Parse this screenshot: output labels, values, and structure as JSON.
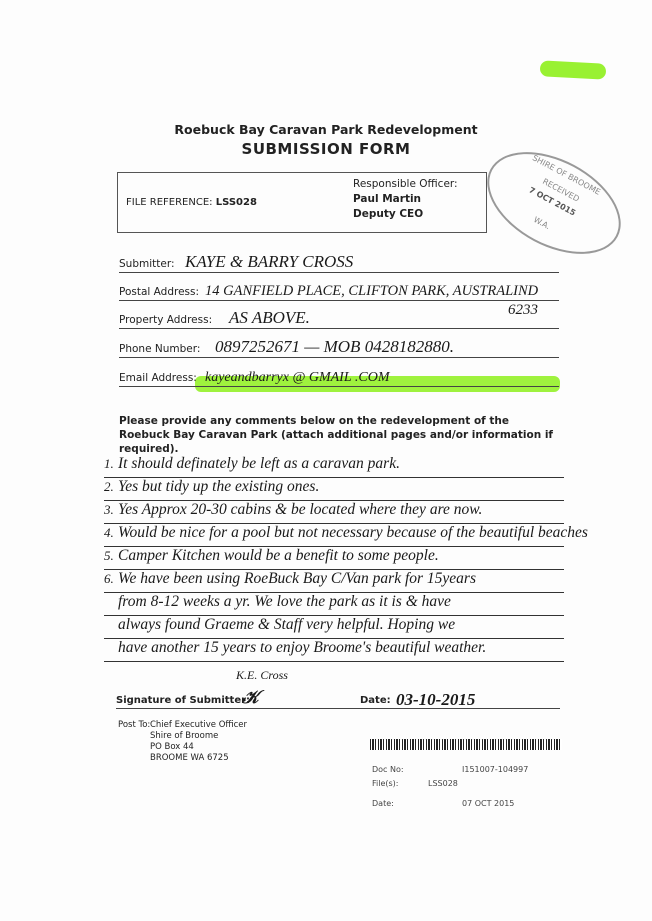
{
  "highlight_color": "#8ef01c",
  "header": {
    "title": "Roebuck Bay Caravan Park Redevelopment",
    "subtitle": "SUBMISSION FORM"
  },
  "info_box": {
    "file_reference_label": "FILE REFERENCE:",
    "file_reference": "LSS028",
    "officer_label": "Responsible Officer:",
    "officer_name": "Paul Martin",
    "officer_title": "Deputy CEO"
  },
  "stamp": {
    "line1": "SHIRE OF BROOME",
    "line2": "RECEIVED",
    "date": "7 OCT 2015",
    "line3": "W.A."
  },
  "fields": {
    "submitter_label": "Submitter:",
    "submitter": "KAYE & BARRY CROSS",
    "postal_label": "Postal Address:",
    "postal": "14 GANFIELD PLACE, CLIFTON PARK, AUSTRALIND",
    "postcode": "6233",
    "property_label": "Property Address:",
    "property": "AS ABOVE.",
    "phone_label": "Phone Number:",
    "phone": "0897252671 — MOB 0428182880.",
    "email_label": "Email Address:",
    "email": "kayeandbarryx @ GMAIL .COM"
  },
  "instructions": "Please provide any comments below on the redevelopment of the Roebuck Bay Caravan Park (attach additional pages and/or information if required).",
  "comments": [
    {
      "num": "1.",
      "text": "It should definately be left as a caravan park."
    },
    {
      "num": "2.",
      "text": "Yes but tidy up the existing ones."
    },
    {
      "num": "3.",
      "text": "Yes Approx 20-30 cabins & be located where they are now."
    },
    {
      "num": "4.",
      "text": "Would be nice for a pool but not necessary because of the beautiful beaches"
    },
    {
      "num": "5.",
      "text": "Camper Kitchen would be a benefit to some people."
    },
    {
      "num": "6.",
      "text": "We have been using RoeBuck Bay C/Van park for 15years"
    },
    {
      "num": "",
      "text": "from 8-12 weeks a yr. We love the park as it is & have"
    },
    {
      "num": "",
      "text": "always found Graeme & Staff very helpful. Hoping we"
    },
    {
      "num": "",
      "text": "have another 15 years to enjoy Broome's beautiful weather."
    }
  ],
  "signature": {
    "printed_name": "K.E. Cross",
    "label": "Signature of Submitter:",
    "date_label": "Date:",
    "date": "03-10-2015"
  },
  "post_to": {
    "label": "Post To:",
    "lines": [
      "Chief Executive Officer",
      "Shire of Broome",
      "PO Box 44",
      "BROOME  WA  6725"
    ]
  },
  "registry": {
    "doc_no_label": "Doc No:",
    "doc_no": "I151007-104997",
    "files_label": "File(s):",
    "files": "LSS028",
    "date_label": "Date:",
    "date": "07 OCT 2015"
  }
}
